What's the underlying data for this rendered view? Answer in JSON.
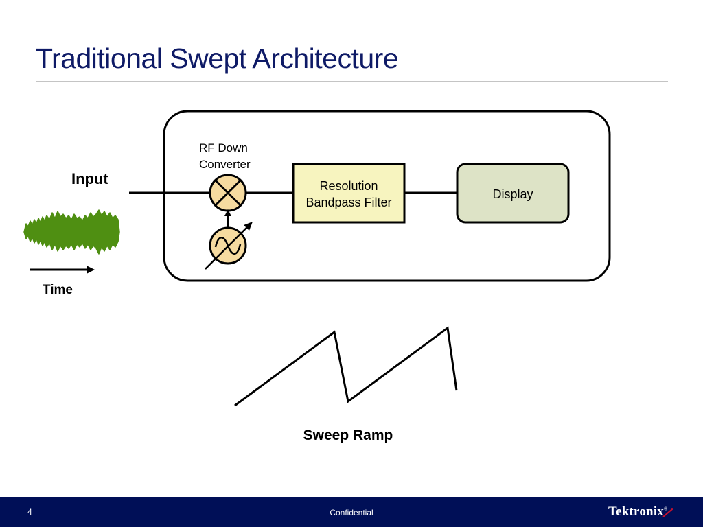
{
  "slide": {
    "title": "Traditional Swept Architecture"
  },
  "diagram": {
    "input_label": "Input",
    "time_label": "Time",
    "mixer_label_line1": "RF Down",
    "mixer_label_line2": "Converter",
    "filter_label_line1": "Resolution",
    "filter_label_line2": "Bandpass Filter",
    "display_label": "Display",
    "sweep_label": "Sweep Ramp",
    "colors": {
      "filter_fill": "#f7f4bf",
      "display_fill": "#dde3c6",
      "mixer_fill": "#f6dba0",
      "signal_green": "#4f8f12"
    }
  },
  "footer": {
    "page_number": "4",
    "confidential": "Confidential",
    "logo": "Tektronix",
    "logo_mark": "®"
  }
}
